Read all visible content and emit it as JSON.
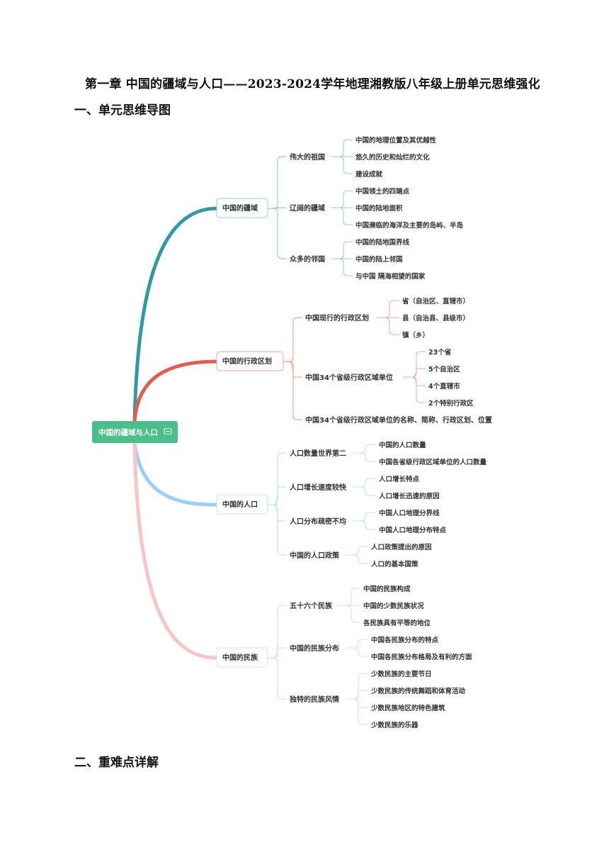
{
  "document": {
    "title": "第一章 中国的疆域与人口——2023-2024学年地理湘教版八年级上册单元思维强化",
    "section1": "一、单元思维导图",
    "section2": "二、重难点详解"
  },
  "mindmap": {
    "root": {
      "label": "中国的疆域与人口",
      "color": "#4bbf8a"
    },
    "branches": [
      {
        "label": "中国的疆域",
        "color": "#2f9aa3",
        "sub_color": "#8fcfd4",
        "children": [
          {
            "label": "伟大的祖国",
            "children": [
              "中国的地理位置及其优越性",
              "悠久的历史和灿烂的文化",
              "建设成就"
            ]
          },
          {
            "label": "辽阔的疆域",
            "children": [
              "中国领土的四端点",
              "中国的陆地面积",
              "中国濒临的海洋及主要的岛屿、半岛"
            ]
          },
          {
            "label": "众多的邻国",
            "children": [
              "中国的陆地国界线",
              "中国的陆上邻国",
              "与中国 隔海相望的国家"
            ]
          }
        ]
      },
      {
        "label": "中国的行政区划",
        "color": "#e35d4f",
        "sub_color": "#f2a79c",
        "children": [
          {
            "label": "中国现行的行政区划",
            "children": [
              "省（自治区、直辖市）",
              "县（自治县、县级市）",
              "镇（乡）"
            ]
          },
          {
            "label": "中国34个省级行政区域单位",
            "children": [
              "23个省",
              "5个自治区",
              "4个直辖市",
              "2个特别行政区"
            ]
          },
          {
            "label": "中国34个省级行政区域单位的名称、简称、行政区划、位置",
            "children": []
          }
        ]
      },
      {
        "label": "中国的人口",
        "color": "#9ccff5",
        "sub_color": "#bfe0f8",
        "children": [
          {
            "label": "人口数量世界第二",
            "children": [
              "中国的人口数量",
              "中国各省级行政区域单位的人口数量"
            ]
          },
          {
            "label": "人口增长速度较快",
            "children": [
              "人口增长特点",
              "人口增长迅速的原因"
            ]
          },
          {
            "label": "人口分布疏密不均",
            "children": [
              "中国人口地理分界线",
              "中国人口地理分布特点"
            ]
          },
          {
            "label": "中国的人口政策",
            "children": [
              "人口政策提出的原因",
              "人口的基本国策"
            ]
          }
        ]
      },
      {
        "label": "中国的民族",
        "color": "#f7c6c3",
        "sub_color": "#f7d2d0",
        "children": [
          {
            "label": "五十六个民族",
            "children": [
              "中国的民族构成",
              "中国的少数民族状况",
              "各民族具有平等的地位"
            ]
          },
          {
            "label": "中国的民族分布",
            "children": [
              "中国各民族分布的特点",
              "中国各民族分布格局及有利的方面"
            ]
          },
          {
            "label": "独特的民族风情",
            "children": [
              "少数民族的主要节日",
              "少数民族的传统舞蹈和体育活动",
              "少数民族地区的特色建筑",
              "少数民族的乐器"
            ]
          }
        ]
      }
    ]
  }
}
